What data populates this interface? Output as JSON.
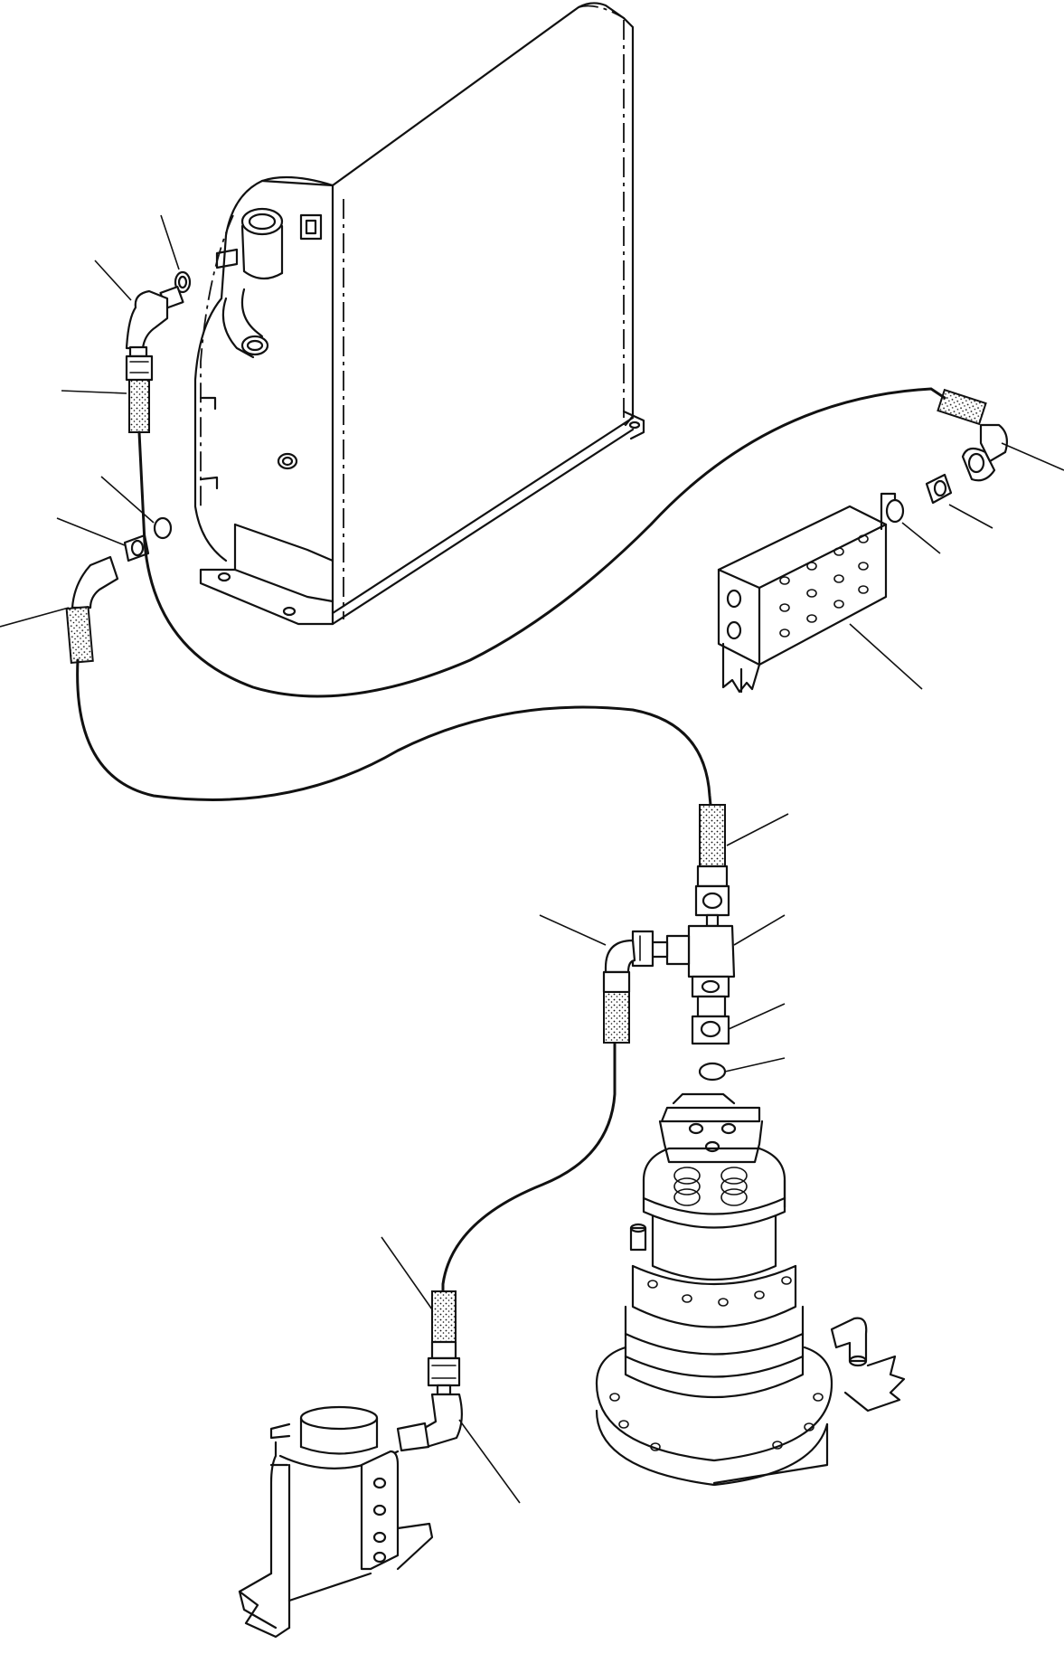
{
  "diagram": {
    "components": [
      {
        "id": "oil-cooler",
        "icon": "oil-cooler-icon"
      },
      {
        "id": "control-valve-block",
        "icon": "valve-block-icon"
      },
      {
        "id": "swing-motor",
        "icon": "swing-motor-icon"
      },
      {
        "id": "center-swivel-joint",
        "icon": "swivel-joint-icon"
      }
    ],
    "hoses": [
      {
        "id": "hose-cooler-to-valve"
      },
      {
        "id": "hose-cooler-to-tee"
      },
      {
        "id": "hose-tee-to-swivel"
      }
    ],
    "callouts": [
      {
        "id": "callout-1"
      },
      {
        "id": "callout-2"
      },
      {
        "id": "callout-3"
      },
      {
        "id": "callout-4"
      },
      {
        "id": "callout-5"
      },
      {
        "id": "callout-6"
      },
      {
        "id": "callout-7"
      },
      {
        "id": "callout-8"
      },
      {
        "id": "callout-9"
      },
      {
        "id": "callout-10"
      },
      {
        "id": "callout-11"
      },
      {
        "id": "callout-12"
      },
      {
        "id": "callout-13"
      },
      {
        "id": "callout-14"
      },
      {
        "id": "callout-15"
      },
      {
        "id": "callout-16"
      }
    ]
  }
}
